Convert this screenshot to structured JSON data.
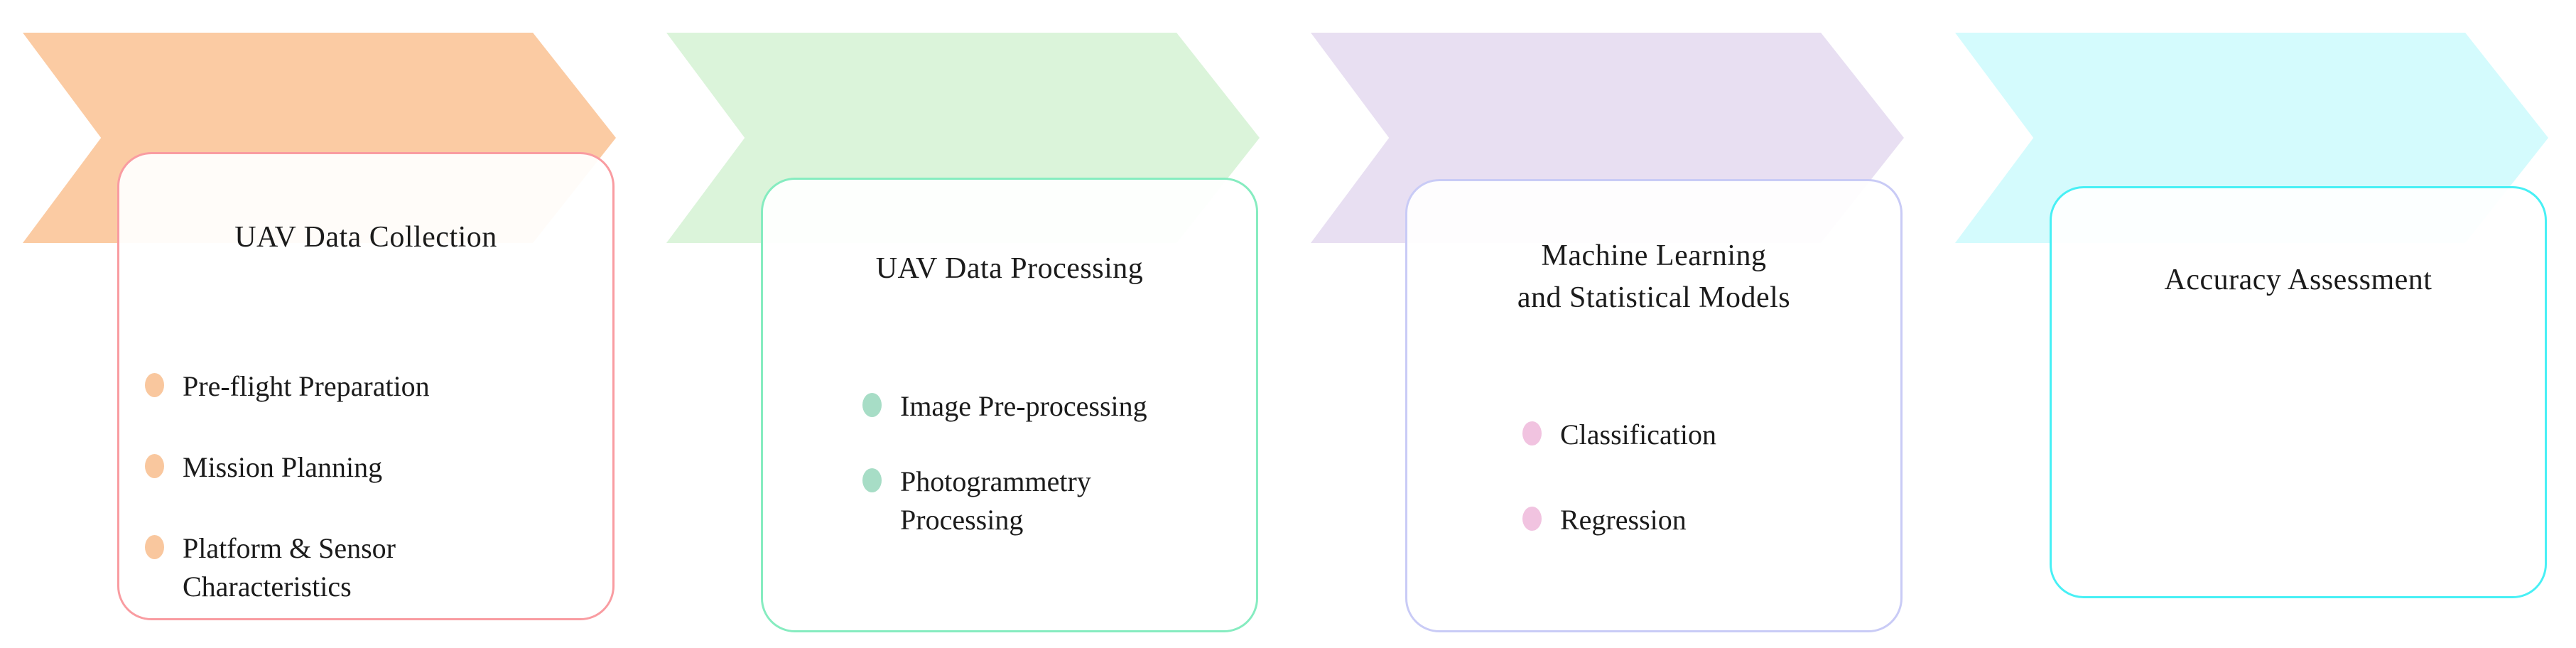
{
  "diagram": {
    "description": "UAV workflow diagram with four chevron stages",
    "stages": [
      {
        "title": "UAV Data Collection",
        "arrow_color": "#FBCBA3",
        "border_color": "#F99CA1",
        "dot_color": "#F9C79E",
        "bullets": [
          {
            "label": "Pre-flight Preparation"
          },
          {
            "label": "Mission Planning"
          },
          {
            "label": "Platform & Sensor\nCharacteristics"
          }
        ]
      },
      {
        "title": "UAV Data Processing",
        "arrow_color": "#DBF4DA",
        "border_color": "#86ECC0",
        "dot_color": "#A7DDC6",
        "bullets": [
          {
            "label": "Image Pre-processing"
          },
          {
            "label": "Photogrammetry\nProcessing"
          }
        ]
      },
      {
        "title": "Machine Learning\nand Statistical Models",
        "arrow_color": "#E8DFF2",
        "border_color": "#C9CBF6",
        "dot_color": "#F1C3E0",
        "bullets": [
          {
            "label": "Classification"
          },
          {
            "label": "Regression"
          }
        ]
      },
      {
        "title": "Accuracy Assessment",
        "arrow_color": "#D4FBFD",
        "border_color": "#48F0F5",
        "dot_color": "",
        "bullets": []
      }
    ]
  }
}
